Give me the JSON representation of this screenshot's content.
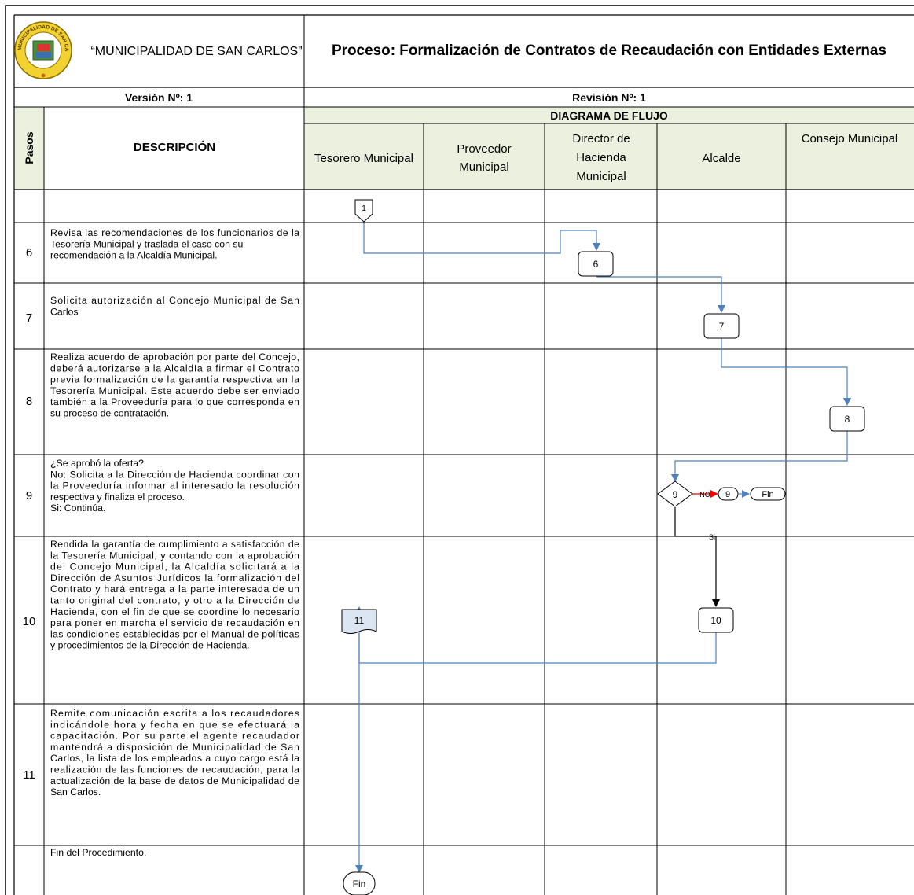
{
  "header": {
    "organization": "“MUNICIPALIDAD DE SAN CARLOS”",
    "process_title": "Proceso: Formalización de Contratos de Recaudación con Entidades Externas",
    "version": "Versión Nº: 1",
    "revision": "Revisión Nº: 1",
    "seal_ring_text": "MUNICIPALIDAD DE SAN CARLOS"
  },
  "columns": {
    "steps": "Pasos",
    "description": "DESCRIPCIÓN",
    "flow": "DIAGRAMA DE FLUJO"
  },
  "lanes": [
    {
      "line1": "Tesorero Municipal",
      "line2": "",
      "line3": ""
    },
    {
      "line1": "Proveedor",
      "line2": "Municipal",
      "line3": ""
    },
    {
      "line1": "Director de",
      "line2": "Hacienda",
      "line3": "Municipal"
    },
    {
      "line1": "Alcalde",
      "line2": "",
      "line3": ""
    },
    {
      "line1": "Consejo Municipal",
      "line2": "",
      "line3": ""
    }
  ],
  "steps": [
    {
      "number": "",
      "lines": []
    },
    {
      "number": "6",
      "lines": [
        "Revisa las recomendaciones de los funcionarios de la",
        "Tesorería Municipal y traslada el caso con su",
        "recomendación a la Alcaldía Municipal."
      ]
    },
    {
      "number": "7",
      "lines": [
        "Solicita autorización al Concejo Municipal de San",
        "Carlos"
      ]
    },
    {
      "number": "8",
      "lines": [
        "Realiza acuerdo de aprobación por parte del Concejo,",
        "deberá autorizarse a la Alcaldía a firmar el Contrato",
        "previa formalización de la garantía respectiva en la",
        "Tesorería Municipal. Este acuerdo debe ser enviado",
        "también a la Proveeduría para lo que corresponda en",
        "su proceso de contratación."
      ]
    },
    {
      "number": "9",
      "lines": [
        "¿Se aprobó la oferta?",
        "No: Solicita a la Dirección de Hacienda coordinar con",
        "la Proveeduría informar al interesado la resolución",
        "respectiva y finaliza el proceso.",
        "Si: Continúa."
      ]
    },
    {
      "number": "10",
      "lines": [
        "Rendida la garantía de cumplimiento a satisfacción de",
        "la Tesorería Municipal, y contando con la aprobación",
        "del Concejo Municipal, la Alcaldía solicitará a la",
        "Dirección de Asuntos Jurídicos la formalización del",
        "Contrato y hará entrega a la parte interesada de un",
        "tanto original del contrato, y otro a la Dirección de",
        "Hacienda, con el fin de que se coordine lo necesario",
        "para poner en marcha el servicio de recaudación en",
        "las condiciones establecidas por el Manual de políticas",
        "y procedimientos de la Dirección de Hacienda."
      ]
    },
    {
      "number": "11",
      "lines": [
        "Remite comunicación escrita a los recaudadores",
        "indicándole hora y fecha en que se efectuará la",
        "capacitación. Por su parte el agente recaudador",
        "mantendrá a disposición de Municipalidad de San",
        "Carlos, la lista de los empleados a cuyo cargo está la",
        "realización de las funciones de recaudación, para la",
        "actualización de la base de datos de Municipalidad de",
        "San Carlos."
      ]
    },
    {
      "number": "",
      "lines": [
        "Fin del Procedimiento."
      ]
    }
  ],
  "flow_nodes": {
    "connector_top": "1",
    "n6": "6",
    "n7": "7",
    "n8": "8",
    "decision": "9",
    "no_label": "NO",
    "no_connector": "9",
    "no_end": "Fin",
    "yes_label": "Si",
    "n10": "10",
    "n11": "11",
    "end": "Fin"
  },
  "colors": {
    "header_fill": "#EBF1DE",
    "flow_line": "#4F81BD",
    "no_arrow": "#FF0000",
    "border": "#000000",
    "document_fill": "#DCE6F2"
  }
}
